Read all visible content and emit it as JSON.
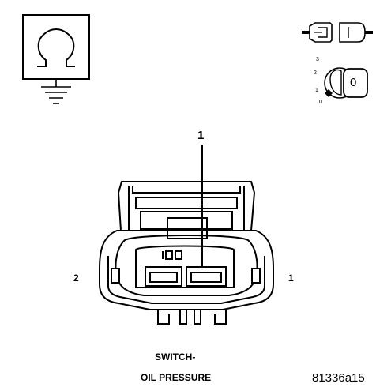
{
  "diagram": {
    "pointer_label": "1",
    "pin_left_label": "2",
    "pin_right_label": "1",
    "caption_line1": "SWITCH-",
    "caption_line2": "OIL PRESSURE",
    "figure_id": "81336a15"
  },
  "ignition_icon": {
    "positions": [
      "3",
      "2",
      "1",
      "0"
    ],
    "key_mark": "0"
  },
  "icons": {
    "resistance_symbol": "ohm-ground-icon",
    "connector_symbol": "disconnected-connector-icon",
    "ignition_symbol": "ignition-off-icon"
  }
}
